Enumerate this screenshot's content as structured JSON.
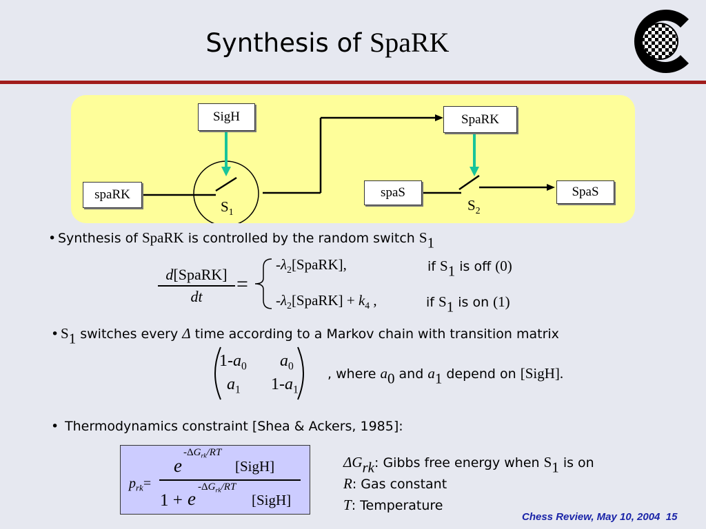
{
  "title": {
    "prefix": "Synthesis of ",
    "name": "SpaRK"
  },
  "diagram": {
    "sigh": "SigH",
    "spark_out": "SpaRK",
    "spark_in": "spaRK",
    "spas_in": "spaS",
    "spas_out": "SpaS",
    "s1": "S",
    "s1_sub": "1",
    "s2": "S",
    "s2_sub": "2",
    "colors": {
      "panel": "#fefe9a",
      "arrow": "#18c49a"
    }
  },
  "bullet1": {
    "text_a": "Synthesis of ",
    "name": "SpaRK",
    "text_b": " is controlled by the random switch ",
    "s": "S",
    "s_sub": "1"
  },
  "equation": {
    "num_d": "d",
    "num_rest": "[SpaRK]",
    "den": "dt",
    "eq": "=",
    "case1_a": "-",
    "case1_lambda": "λ",
    "case1_sub": "2",
    "case1_b": "[SpaRK],",
    "case2_a": "-",
    "case2_lambda": "λ",
    "case2_sub": "2",
    "case2_b": "[SpaRK] + ",
    "case2_k": "k",
    "case2_ksub": "4",
    "case2_c": " ,",
    "cond1_a": "if ",
    "cond1_s": "S",
    "cond1_sub": "1",
    "cond1_b": " is off ",
    "cond1_val": "(0)",
    "cond2_a": "if ",
    "cond2_s": "S",
    "cond2_sub": "1",
    "cond2_b": " is on ",
    "cond2_val": "(1)"
  },
  "bullet2": {
    "s": "S",
    "s_sub": "1",
    "text_a": " switches every ",
    "delta": "Δ",
    "text_b": " time according to a Markov chain with transition matrix"
  },
  "matrix": {
    "m00_a": "1-",
    "m00_v": "a",
    "m00_sub": "0",
    "m01_v": "a",
    "m01_sub": "0",
    "m10_v": "a",
    "m10_sub": "1",
    "m11_a": "1-",
    "m11_v": "a",
    "m11_sub": "1"
  },
  "where": {
    "text_a": ", where ",
    "a0": "a",
    "a0_sub": "0",
    "and": " and ",
    "a1": "a",
    "a1_sub": "1",
    "text_b": " depend on ",
    "sigh": "[SigH]."
  },
  "bullet3": {
    "text": "Thermodynamics constraint [Shea & Ackers, 1985]:"
  },
  "thermo": {
    "p": "p",
    "p_sub": "rk",
    "eq": "=",
    "num_e": "e",
    "exp_minus": "-Δ",
    "exp_g": "G",
    "exp_sub": "rk",
    "exp_rest": "/RT",
    "num_sigh": "[SigH]",
    "den_one": "1 + ",
    "den_e": "e",
    "den_sigh": "[SigH]"
  },
  "definitions": {
    "d1_sym": "ΔG",
    "d1_sub": "rk",
    "d1_text": ":  Gibbs free energy when ",
    "d1_s": "S",
    "d1_ssub": "1",
    "d1_end": " is on",
    "d2_sym": "R",
    "d2_text": ":  Gas constant",
    "d3_sym": "T",
    "d3_text": ":  Temperature"
  },
  "footer": {
    "text": "Chess Review, May 10, 2004",
    "page": "15"
  },
  "colors": {
    "background": "#e6e8f0",
    "rule": "#a01c1c",
    "thermo_box": "#ccccff",
    "footer": "#1a24a8"
  }
}
